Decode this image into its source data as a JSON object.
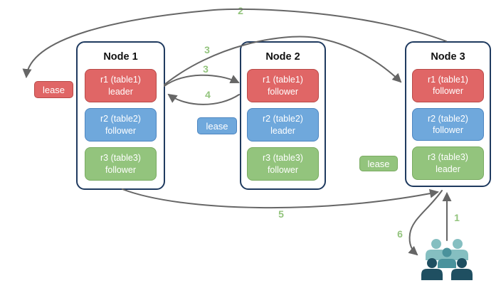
{
  "colors": {
    "red-fill": "#e06666",
    "red-border": "#b84a48",
    "blue-fill": "#6fa8dc",
    "blue-border": "#4e86c0",
    "green-fill": "#93c47d",
    "green-border": "#79ab61",
    "node-border": "#1f3a5f",
    "arrow": "#666666",
    "step-label": "#93c47d",
    "people-light": "#85bfc1",
    "people-mid": "#4a929c",
    "people-dark": "#1f4f61"
  },
  "nodes": [
    {
      "title": "Node 1",
      "replicas": [
        {
          "name": "r1 (table1)",
          "role": "leader",
          "color": "red"
        },
        {
          "name": "r2 (table2)",
          "role": "follower",
          "color": "blue"
        },
        {
          "name": "r3 (table3)",
          "role": "follower",
          "color": "green"
        }
      ]
    },
    {
      "title": "Node 2",
      "replicas": [
        {
          "name": "r1 (table1)",
          "role": "follower",
          "color": "red"
        },
        {
          "name": "r2 (table2)",
          "role": "leader",
          "color": "blue"
        },
        {
          "name": "r3 (table3)",
          "role": "follower",
          "color": "green"
        }
      ]
    },
    {
      "title": "Node 3",
      "replicas": [
        {
          "name": "r1 (table1)",
          "role": "follower",
          "color": "red"
        },
        {
          "name": "r2 (table2)",
          "role": "follower",
          "color": "blue"
        },
        {
          "name": "r3 (table3)",
          "role": "leader",
          "color": "green"
        }
      ]
    }
  ],
  "leases": {
    "red": "lease",
    "blue": "lease",
    "green": "lease"
  },
  "steps": {
    "s1": "1",
    "s2": "2",
    "s3a": "3",
    "s3b": "3",
    "s4": "4",
    "s5": "5",
    "s6": "6"
  },
  "icons": {
    "clients": "users-group-icon"
  }
}
